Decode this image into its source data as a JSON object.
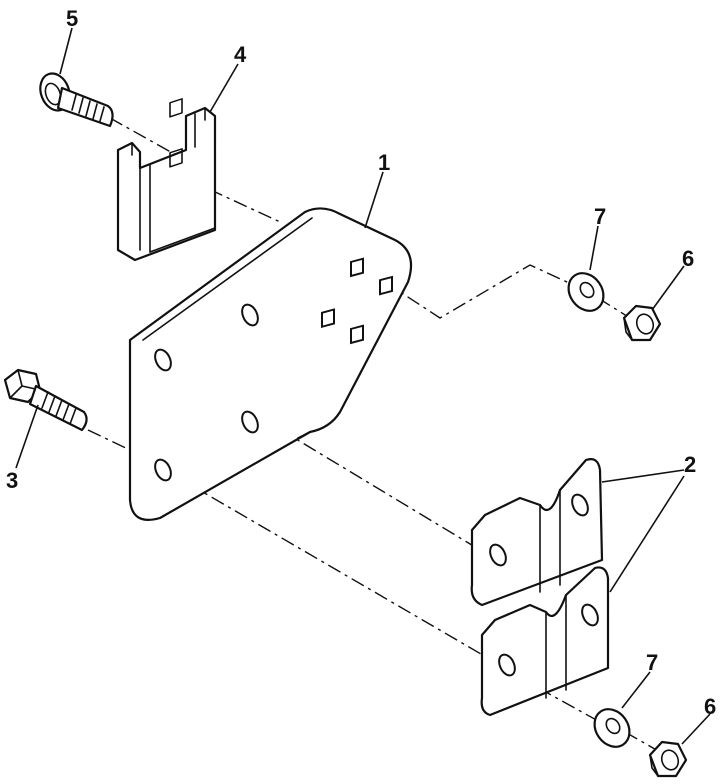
{
  "callouts": {
    "c1": "1",
    "c2": "2",
    "c3": "3",
    "c4": "4",
    "c5": "5",
    "c6_top": "6",
    "c6_bottom": "6",
    "c7_top": "7",
    "c7_bottom": "7"
  },
  "colors": {
    "line": "#111111",
    "background": "#ffffff"
  }
}
